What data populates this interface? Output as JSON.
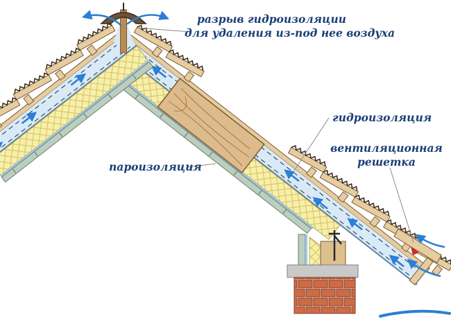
{
  "diagram": {
    "type": "roof-insulation-cross-section",
    "labels": {
      "ridge_gap_line1": "разрыв гидроизоляции",
      "ridge_gap_line2": "для удаления из-под нее воздуха",
      "waterproofing": "гидроизоляция",
      "vent_line1": "вентиляционная",
      "vent_line2": "решетка",
      "vapor_barrier": "пароизоляция"
    },
    "colors": {
      "label_text": "#1c3f77",
      "air_gap": "#d8eaf7",
      "insulation": "#f6f0ad",
      "insulation_hatch": "#d9c35e",
      "wood_light": "#e6cda1",
      "wood_dark": "#7a5a33",
      "arrow_blue": "#2b7fd4",
      "brick": "#cd6b45",
      "concrete": "#c9c9c9",
      "ridge_cap": "#6b5138",
      "inner_board": "#bccfbe"
    }
  }
}
